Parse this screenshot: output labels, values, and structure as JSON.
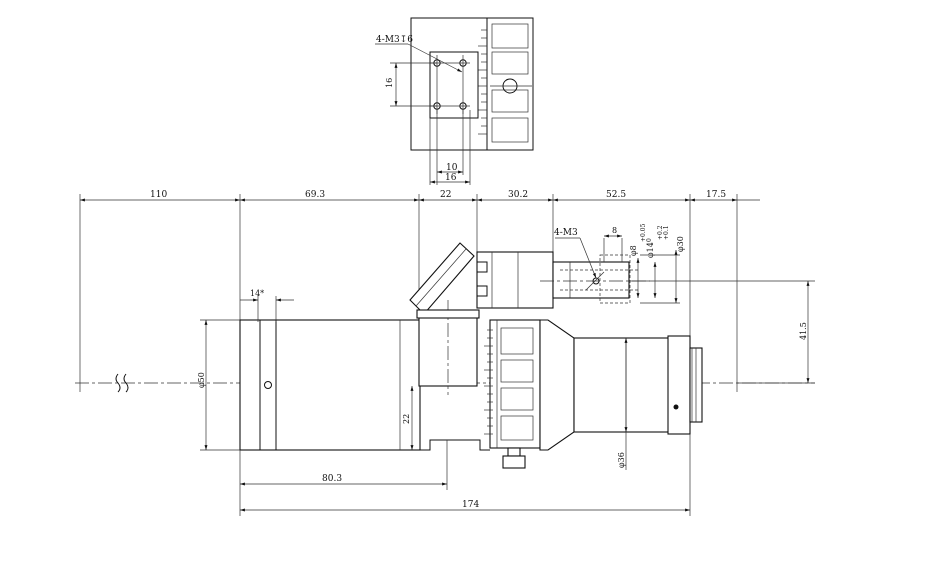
{
  "drawing": {
    "top_view": {
      "thread_label": "4-M3↧6",
      "dim_vertical": "16",
      "dim_inner": "10",
      "dim_outer": "16"
    },
    "top_dims": {
      "d1": "110",
      "d2": "69.3",
      "d3": "22",
      "d4": "30.2",
      "d5": "52.5",
      "d6": "17.5"
    },
    "small_labels": {
      "m3": "4-M3",
      "eight": "8",
      "phi8": "φ8",
      "phi8_tol": "+0.05\n0",
      "phi14": "φ14",
      "phi14_tol": "+0.2\n+0.1",
      "phi30": "φ30",
      "fourteen": "14*"
    },
    "side_dims": {
      "phi50": "φ50",
      "v22": "22",
      "phi36": "φ36",
      "h41_5": "41.5",
      "b80_3": "80.3",
      "b174": "174"
    }
  }
}
